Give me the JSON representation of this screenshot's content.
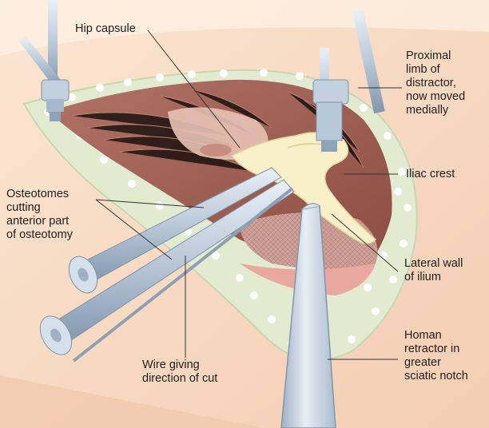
{
  "figure": {
    "labels": {
      "hip_capsule": "Hip capsule",
      "proximal_limb": "Proximal\nlimb of\ndistractor,\nnow moved\nmedially",
      "iliac_crest": "Iliac crest",
      "osteotomes": "Osteotomes\ncutting\nanterior part\nof osteotomy",
      "lateral_wall": "Lateral wall\nof ilium",
      "wire": "Wire giving\ndirection of cut",
      "homan_retractor": "Homan\nretractor in\ngreater\nsciatic notch"
    },
    "colors": {
      "skin": "#f8dcc4",
      "wound_edge": "#e4ecd2",
      "muscle": "#9a5a4e",
      "bone": "#f7efc2",
      "instrument": "#b8c8d8",
      "leader": "#333333"
    }
  }
}
